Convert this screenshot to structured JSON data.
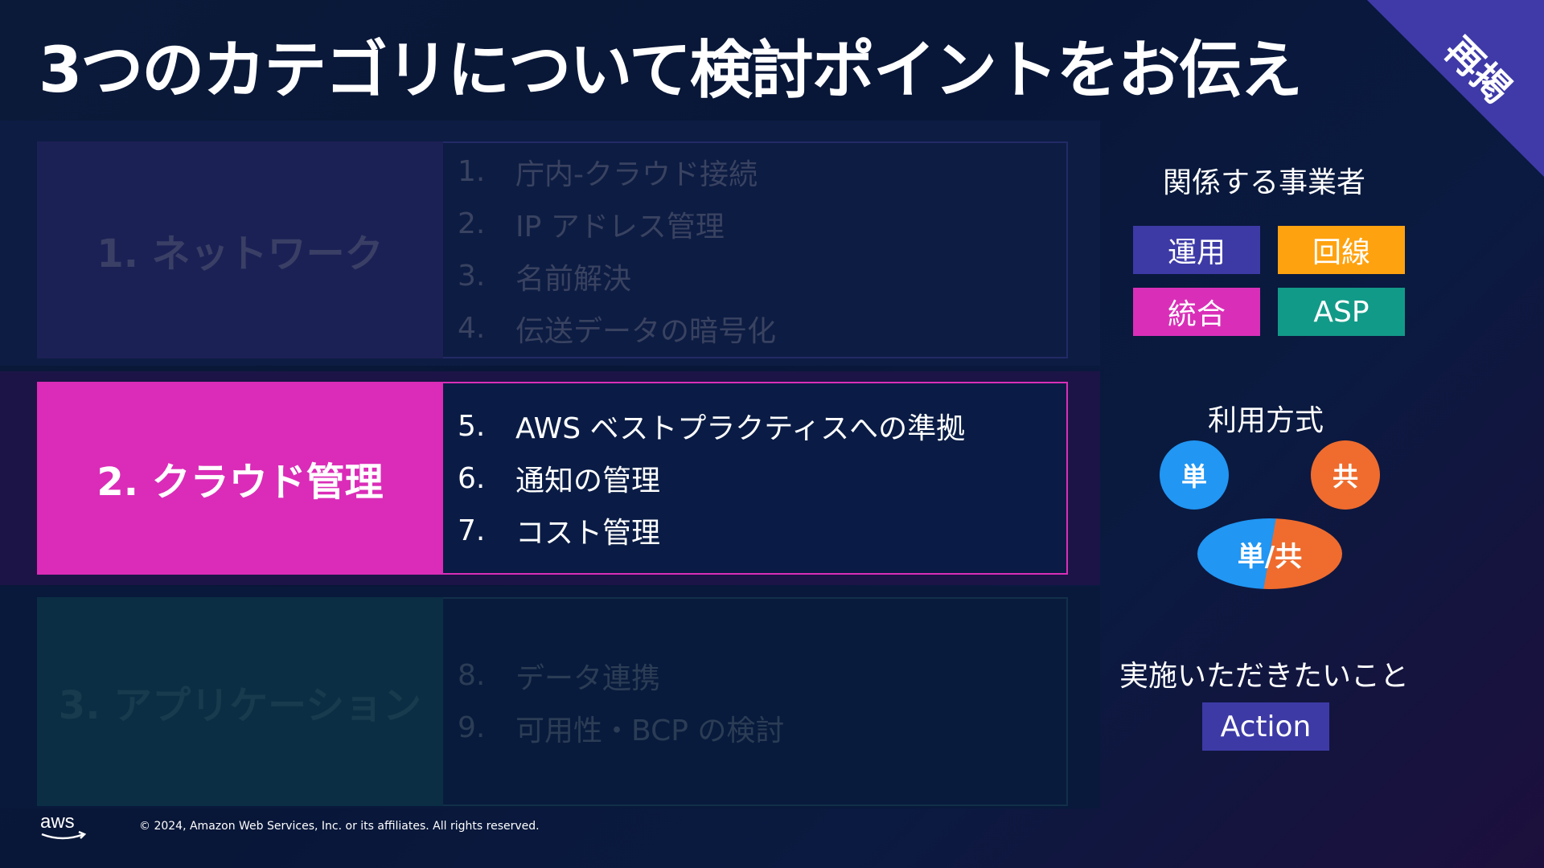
{
  "title": "3つのカテゴリについて検討ポイントをお伝え",
  "corner_badge": "再掲",
  "categories": [
    {
      "label": "1. ネットワーク",
      "items": [
        {
          "num": "1.",
          "text": "庁内-クラウド接続"
        },
        {
          "num": "2.",
          "text": "IP アドレス管理"
        },
        {
          "num": "3.",
          "text": "名前解決"
        },
        {
          "num": "4.",
          "text": "伝送データの暗号化"
        }
      ]
    },
    {
      "label": "2. クラウド管理",
      "items": [
        {
          "num": "5.",
          "text": "AWS ベストプラクティスへの準拠"
        },
        {
          "num": "6.",
          "text": "通知の管理"
        },
        {
          "num": "7.",
          "text": "コスト管理"
        }
      ]
    },
    {
      "label": "3. アプリケーション",
      "items": [
        {
          "num": "8.",
          "text": "データ連携"
        },
        {
          "num": "9.",
          "text": "可用性・BCP の検討"
        }
      ]
    }
  ],
  "legend": {
    "operators_heading": "関係する事業者",
    "operators": [
      {
        "label": "運用",
        "color": "#3d3aa6"
      },
      {
        "label": "回線",
        "color": "#ffa20f"
      },
      {
        "label": "統合",
        "color": "#d92fb8"
      },
      {
        "label": "ASP",
        "color": "#129a88"
      }
    ],
    "usage_heading": "利用方式",
    "usage": {
      "single": {
        "label": "単",
        "color": "#2196f3"
      },
      "shared": {
        "label": "共",
        "color": "#ef6c2e"
      },
      "both": "単/共"
    },
    "action_heading": "実施いただきたいこと",
    "action_label": "Action"
  },
  "footer": {
    "logo_text": "aws",
    "copyright": "© 2024, Amazon Web Services, Inc. or its affiliates. All rights reserved."
  }
}
